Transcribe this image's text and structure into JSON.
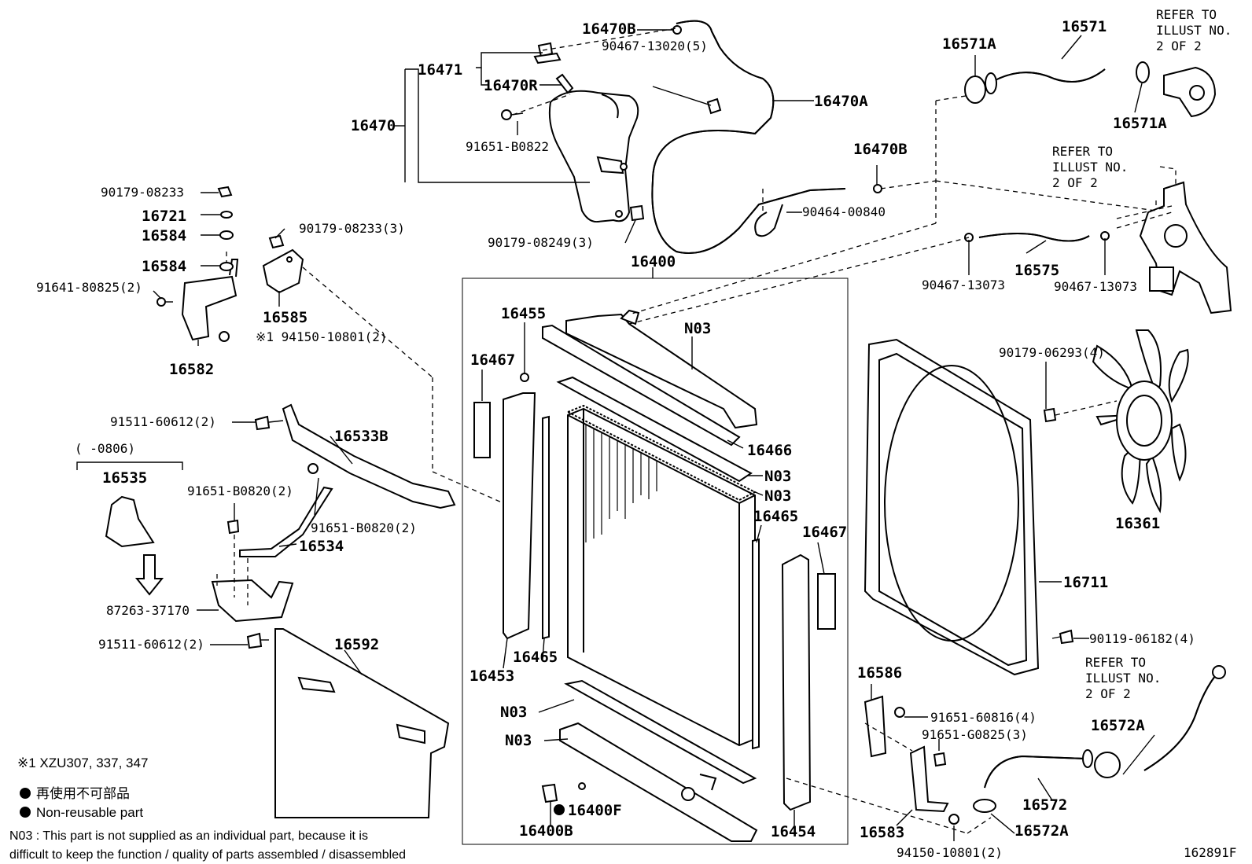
{
  "labels": {
    "p16470B_top": "16470B",
    "p16471": "16471",
    "p90467_13020": "90467-13020(5)",
    "p16470R": "16470R",
    "p16470": "16470",
    "p16470A": "16470A",
    "p91651_B0822": "91651-B0822",
    "p16470B_mid": "16470B",
    "p90464_00840": "90464-00840",
    "p90179_08249": "90179-08249(3)",
    "p16571A_l": "16571A",
    "p16571": "16571",
    "p16571A_r": "16571A",
    "refer1": [
      "REFER TO",
      "ILLUST NO.",
      "2 OF 2"
    ],
    "refer2": [
      "REFER TO",
      "ILLUST NO.",
      "2 OF 2"
    ],
    "refer3": [
      "REFER TO",
      "ILLUST NO.",
      "2 OF 2"
    ],
    "p90179_08233_a": "90179-08233",
    "p16721": "16721",
    "p16584_a": "16584",
    "p16584_b": "16584",
    "p91641_80825": "91641-80825(2)",
    "p90179_08233_b": "90179-08233(3)",
    "p16585": "16585",
    "p94150_10801_a": "※1 94150-10801(2)",
    "p16582": "16582",
    "p16400": "16400",
    "p16575": "16575",
    "p90467_13073_l": "90467-13073",
    "p90467_13073_r": "90467-13073",
    "p16455": "16455",
    "p16467_l": "16467",
    "pN03_1": "N03",
    "p90179_06293": "90179-06293(4)",
    "p16466": "16466",
    "pN03_2": "N03",
    "pN03_3": "N03",
    "p91511_60612_a": "91511-60612(2)",
    "p16533B": "16533B",
    "p0806": "(    -0806)",
    "p16535": "16535",
    "p91651_B0820_a": "91651-B0820(2)",
    "p91651_B0820_b": "91651-B0820(2)",
    "p16534": "16534",
    "p16465_r": "16465",
    "p16467_r": "16467",
    "p16361": "16361",
    "p16711": "16711",
    "p87263_37170": "87263-37170",
    "p91511_60612_b": "91511-60612(2)",
    "p16592": "16592",
    "p16465_l": "16465",
    "p16453": "16453",
    "p90119_06182": "90119-06182(4)",
    "p16586": "16586",
    "p91651_60816": "91651-60816(4)",
    "p91651_G0825": "91651-G0825(3)",
    "p16572A_top": "16572A",
    "pN03_4": "N03",
    "pN03_5": "N03",
    "p16572": "16572",
    "p16572A_bot": "16572A",
    "p16400F": "16400F",
    "p16400B": "16400B",
    "p16454": "16454",
    "p16583": "16583",
    "p94150_10801_b": "94150-10801(2)"
  },
  "notes": {
    "footnote1": "※1  XZU307, 337, 347",
    "legend_jp": "再使用不可部品",
    "legend_en": "Non-reusable part",
    "n03_line1": "N03 : This part is not supplied as an individual part, because it is",
    "n03_line2": "difficult to keep the function / quality of parts assembled / disassembled",
    "illust_no": "162891F"
  }
}
